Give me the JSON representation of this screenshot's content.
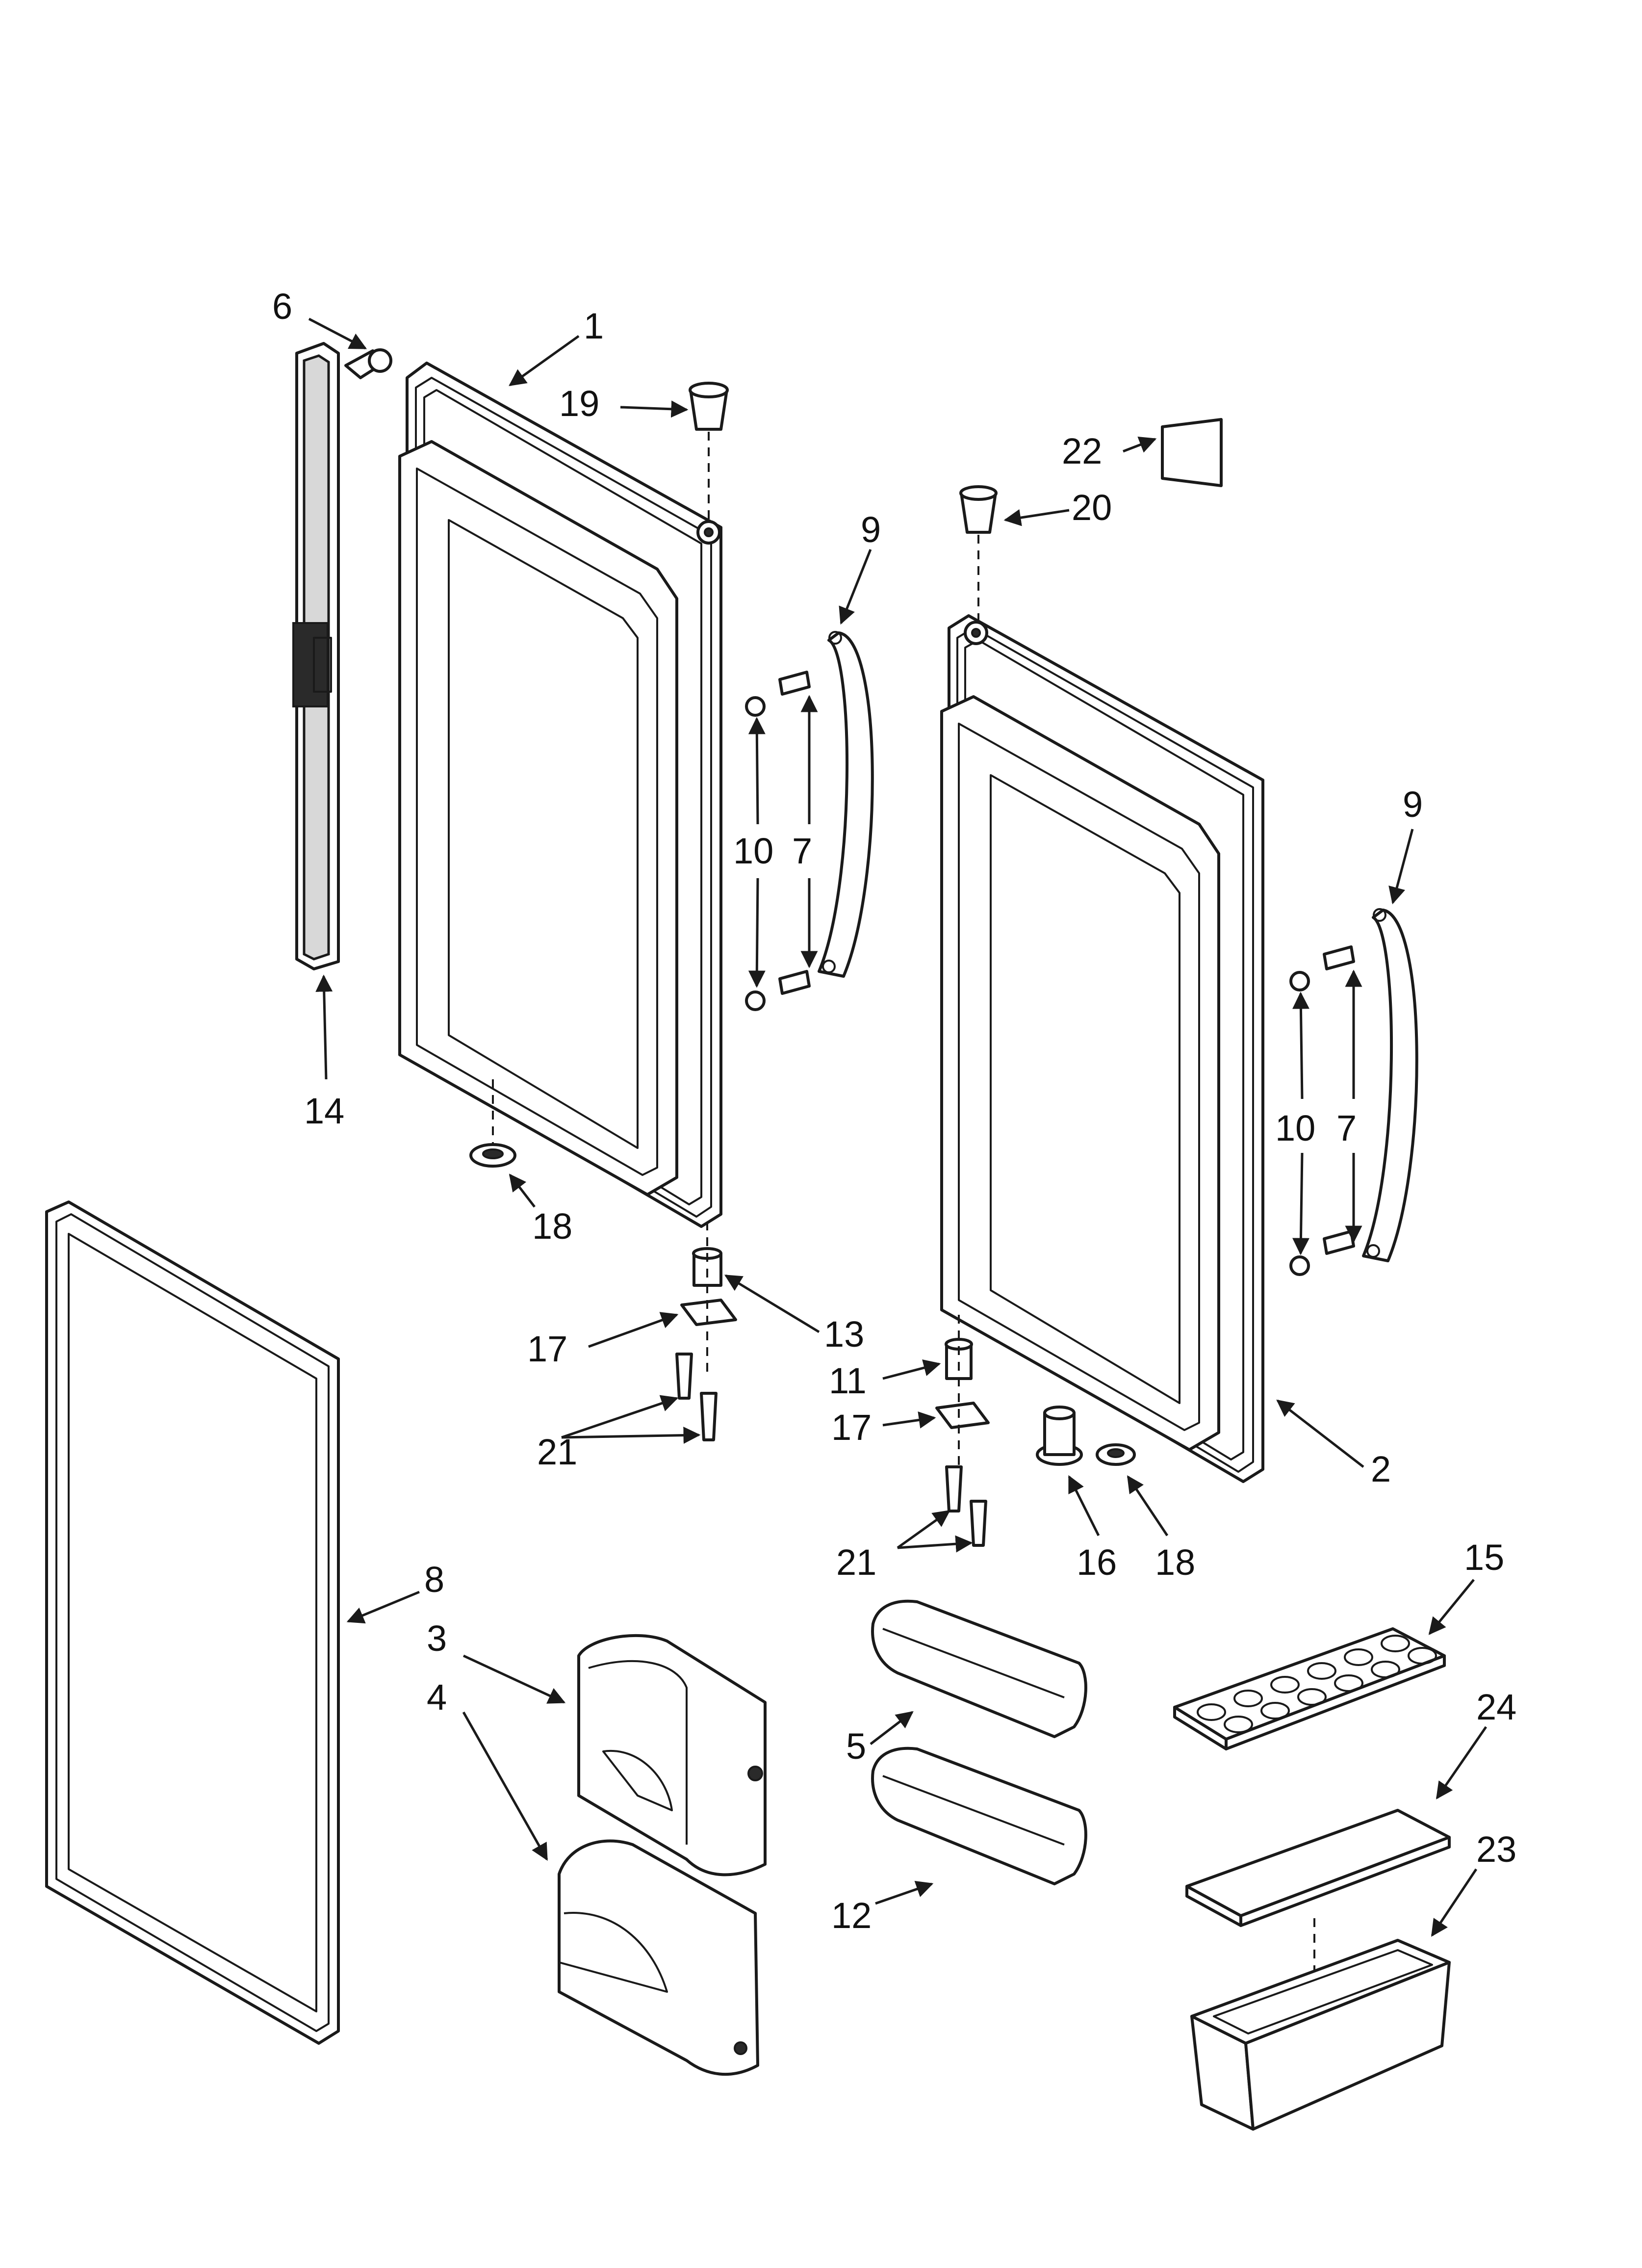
{
  "diagram": {
    "type": "exploded-parts-view",
    "colors": {
      "line": "#1a1a1a",
      "background": "#ffffff",
      "shade": "#d8d8d8"
    },
    "callouts": [
      {
        "id": "c6",
        "label": "6"
      },
      {
        "id": "c1",
        "label": "1"
      },
      {
        "id": "c19",
        "label": "19"
      },
      {
        "id": "c22",
        "label": "22"
      },
      {
        "id": "c20",
        "label": "20"
      },
      {
        "id": "c9a",
        "label": "9"
      },
      {
        "id": "c10a",
        "label": "10"
      },
      {
        "id": "c7a",
        "label": "7"
      },
      {
        "id": "c14",
        "label": "14"
      },
      {
        "id": "c18a",
        "label": "18"
      },
      {
        "id": "c9b",
        "label": "9"
      },
      {
        "id": "c10b",
        "label": "10"
      },
      {
        "id": "c7b",
        "label": "7"
      },
      {
        "id": "c17a",
        "label": "17"
      },
      {
        "id": "c13",
        "label": "13"
      },
      {
        "id": "c11",
        "label": "11"
      },
      {
        "id": "c21a",
        "label": "21"
      },
      {
        "id": "c17b",
        "label": "17"
      },
      {
        "id": "c2",
        "label": "2"
      },
      {
        "id": "c21b",
        "label": "21"
      },
      {
        "id": "c16",
        "label": "16"
      },
      {
        "id": "c18b",
        "label": "18"
      },
      {
        "id": "c15",
        "label": "15"
      },
      {
        "id": "c8",
        "label": "8"
      },
      {
        "id": "c3",
        "label": "3"
      },
      {
        "id": "c24",
        "label": "24"
      },
      {
        "id": "c4",
        "label": "4"
      },
      {
        "id": "c5",
        "label": "5"
      },
      {
        "id": "c23",
        "label": "23"
      },
      {
        "id": "c12",
        "label": "12"
      }
    ]
  }
}
